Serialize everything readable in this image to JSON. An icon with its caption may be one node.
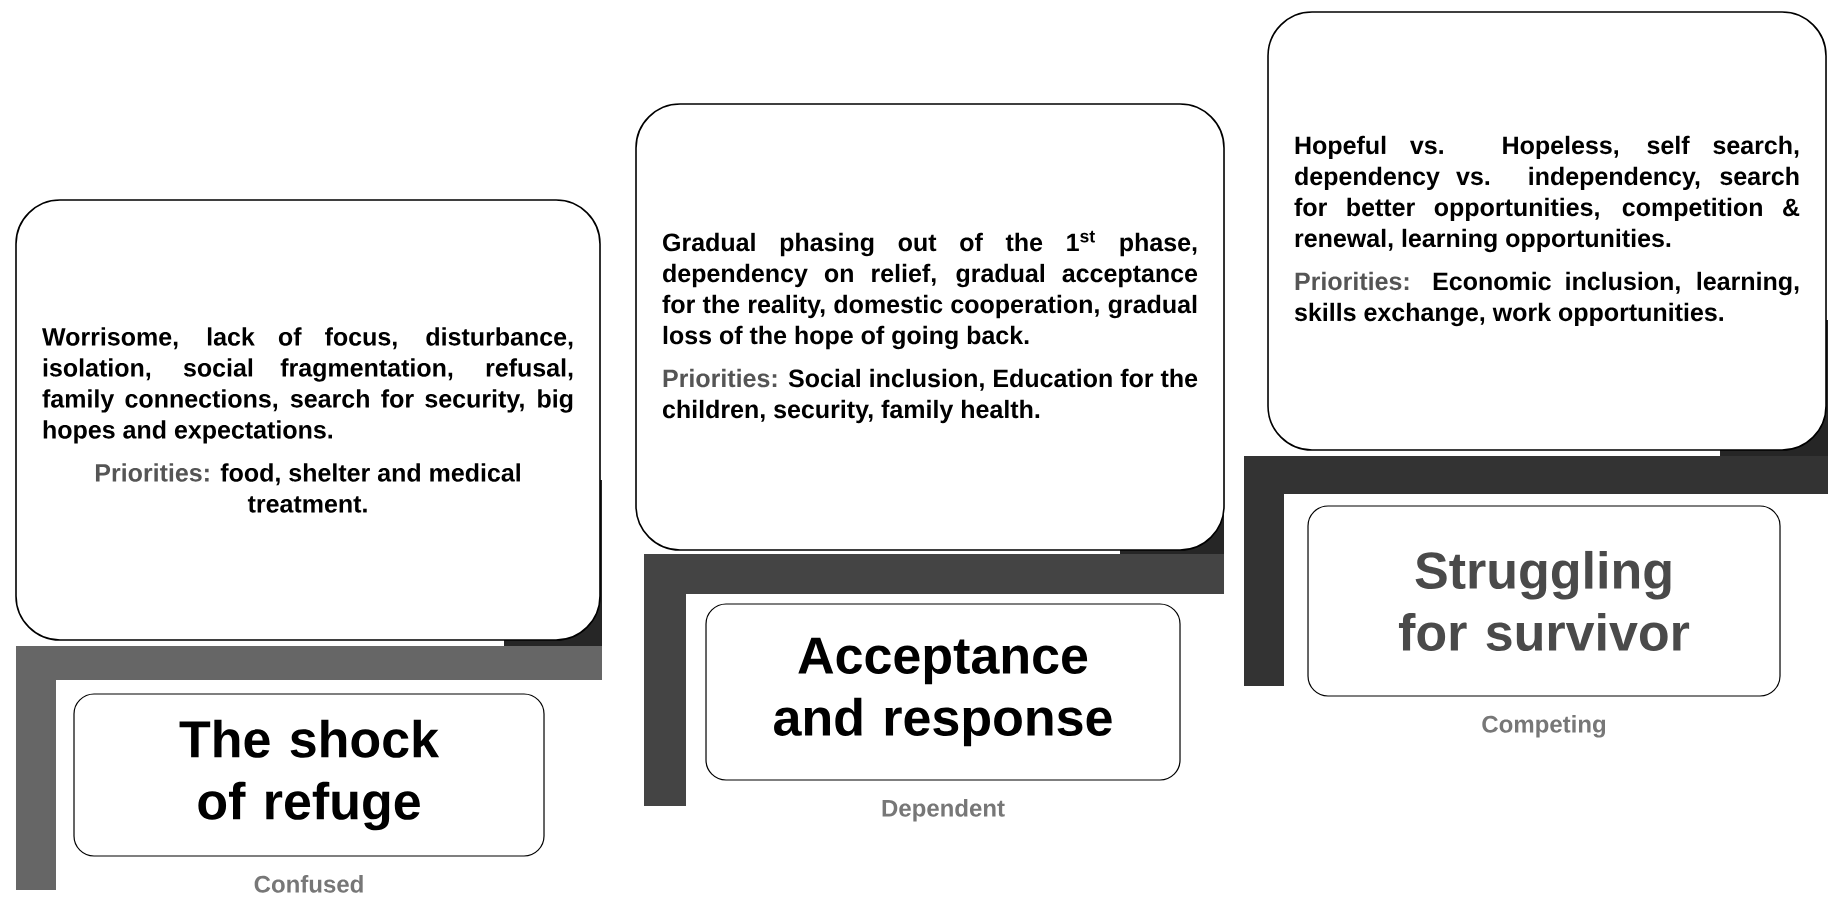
{
  "diagram": {
    "nodes": [
      {
        "text": [
          "Worrisome, lack of focus, disturbance, isolation, social fragmentation, refusal, family connections, search for security, big hopes and expectations.",
          "Priorities:",
          "food, shelter and medical treatment."
        ]
      },
      {
        "text": [
          "The shock of refuge"
        ],
        "beside": [
          "Confused"
        ]
      },
      {
        "text": [
          "Gradual phasing out of the 1$^{st}$ phase, dependency on relief, gradual acceptance for the reality, domestic cooperation, gradual loss of the hope of going back.",
          "Priorities:",
          "Social inclusion, Education for the children, security, family health."
        ]
      },
      {
        "text": [
          "Acceptance and response"
        ],
        "beside": [
          "Dependent"
        ]
      },
      {
        "text": [
          "Hopeful vs. Hopeless, self search, dependency vs. independency, search for better opportunities, competition & renewal, learning opportunities.",
          "Priorities:",
          "Economic inclusion, learning, skills exchange, work opportunities."
        ]
      },
      {
        "text": [
          "Struggling for survivor"
        ],
        "beside": [
          "Competing"
        ]
      }
    ]
  }
}
